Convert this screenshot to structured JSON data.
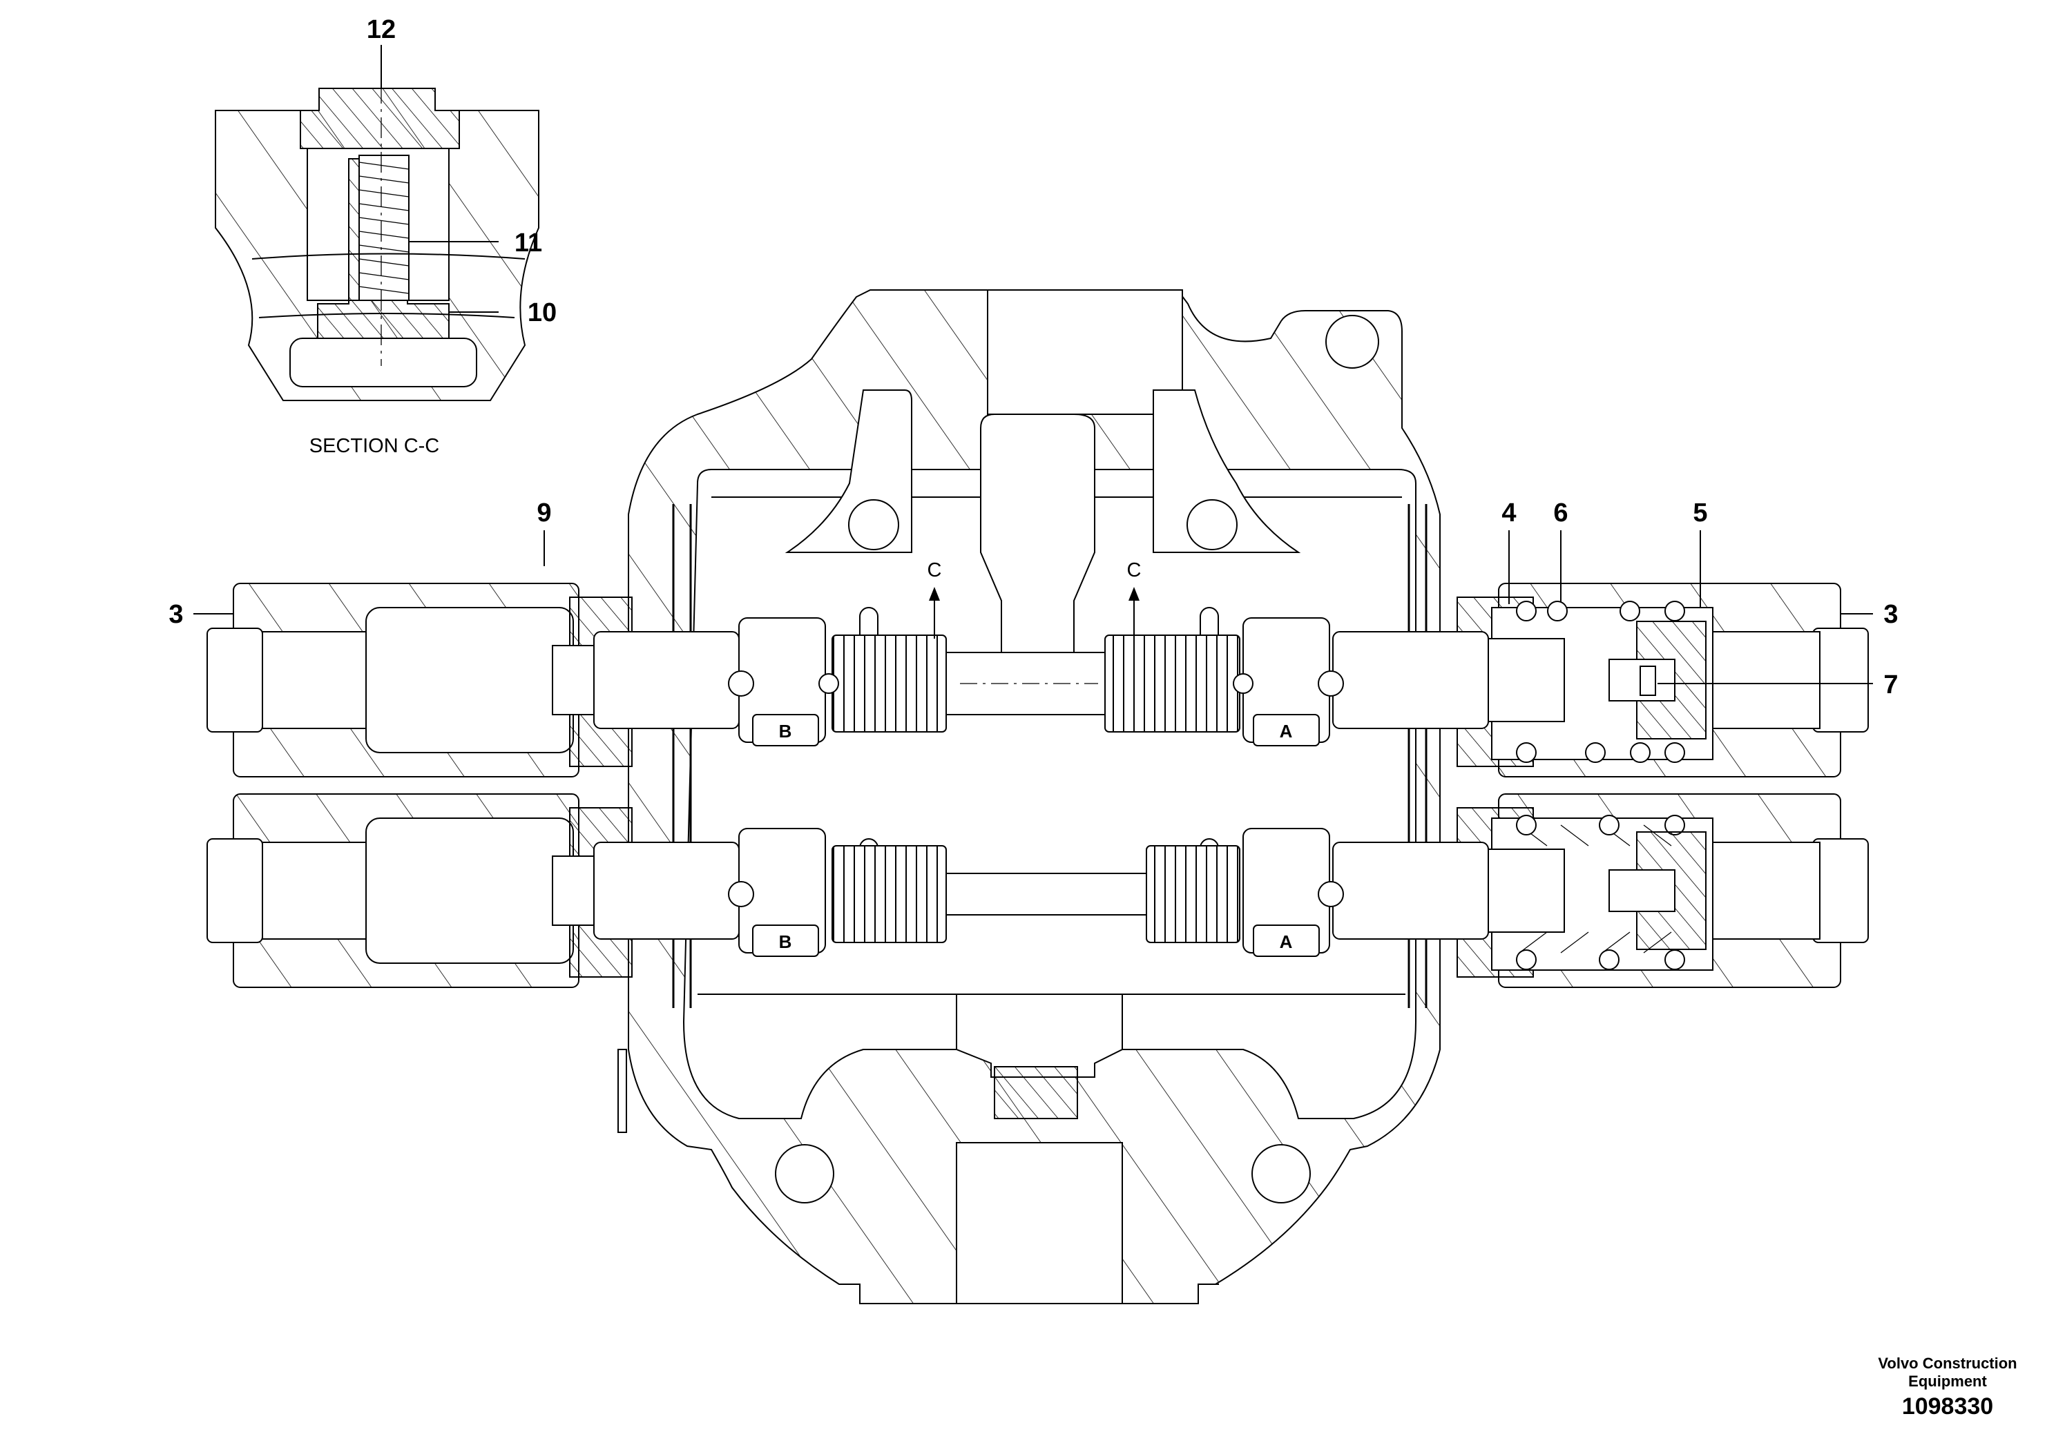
{
  "drawing": {
    "callouts": {
      "c12": "12",
      "c11": "11",
      "c10": "10",
      "c9": "9",
      "c3_left": "3",
      "c3_right": "3",
      "c4": "4",
      "c6": "6",
      "c5": "5",
      "c7": "7"
    },
    "section_label": "SECTION C-C",
    "section_marks": [
      "C",
      "C"
    ],
    "ports": {
      "upper_b": "B",
      "upper_a": "A",
      "lower_b": "B",
      "lower_a": "A"
    },
    "company_line1": "Volvo Construction",
    "company_line2": "Equipment",
    "document_number": "1098330"
  }
}
